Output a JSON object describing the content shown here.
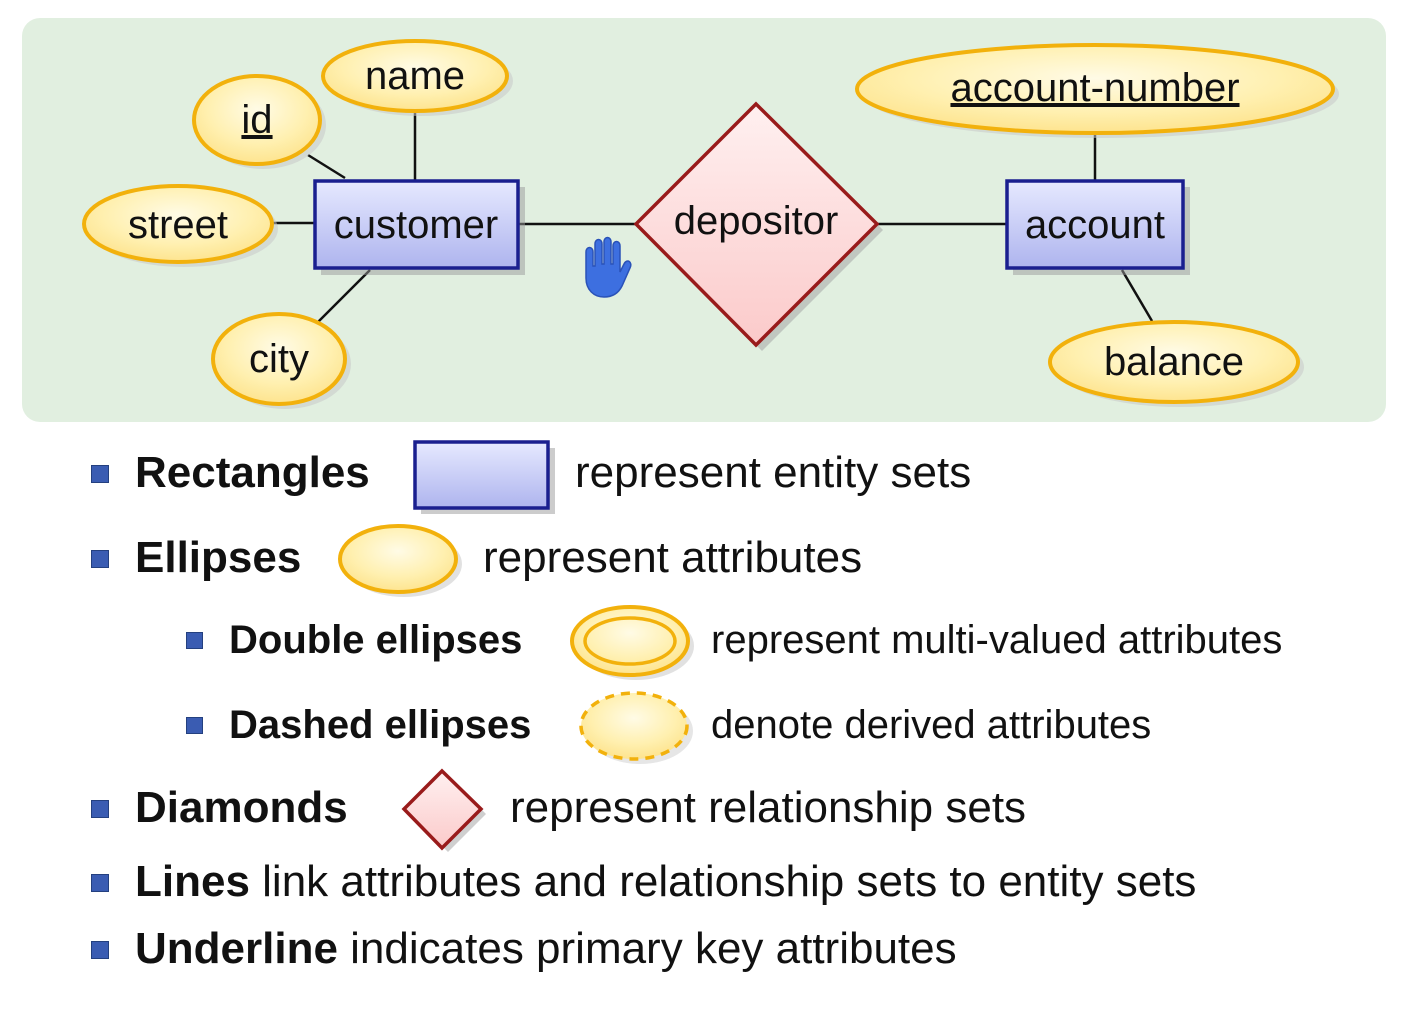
{
  "diagram": {
    "entities": [
      {
        "id": "customer",
        "label": "customer"
      },
      {
        "id": "account",
        "label": "account"
      }
    ],
    "relationships": [
      {
        "id": "depositor",
        "label": "depositor"
      }
    ],
    "attributes": [
      {
        "id": "id",
        "label": "id",
        "primary_key": true,
        "entity": "customer"
      },
      {
        "id": "name",
        "label": "name",
        "primary_key": false,
        "entity": "customer"
      },
      {
        "id": "street",
        "label": "street",
        "primary_key": false,
        "entity": "customer"
      },
      {
        "id": "city",
        "label": "city",
        "primary_key": false,
        "entity": "customer"
      },
      {
        "id": "account-number",
        "label": "account-number",
        "primary_key": true,
        "entity": "account"
      },
      {
        "id": "balance",
        "label": "balance",
        "primary_key": false,
        "entity": "account"
      }
    ],
    "cursor_icon": "hand-cursor-icon"
  },
  "legend": {
    "rectangles": {
      "term": "Rectangles",
      "text": "represent entity sets"
    },
    "ellipses": {
      "term": "Ellipses",
      "text": "represent attributes"
    },
    "double_ellipses": {
      "term": "Double ellipses",
      "text": "represent multi-valued attributes"
    },
    "dashed_ellipses": {
      "term": "Dashed ellipses",
      "text": "denote derived attributes"
    },
    "diamonds": {
      "term": "Diamonds",
      "text": "represent relationship sets"
    },
    "lines": {
      "term": "Lines",
      "text": "link attributes and relationship sets to entity sets"
    },
    "underline": {
      "term": "Underline",
      "text": "indicates primary key attributes"
    }
  },
  "colors": {
    "panel_background": "#e1efe0",
    "entity_fill_top": "#e6e9ff",
    "entity_fill_bottom": "#aeb4ee",
    "entity_stroke": "#1a1f8f",
    "attribute_fill": "#fff2b8",
    "attribute_stroke": "#f2b10c",
    "relationship_fill": "#ffdede",
    "relationship_stroke": "#991b1b",
    "bullet": "#3a5cb2",
    "cursor": "#3d6fe0"
  }
}
